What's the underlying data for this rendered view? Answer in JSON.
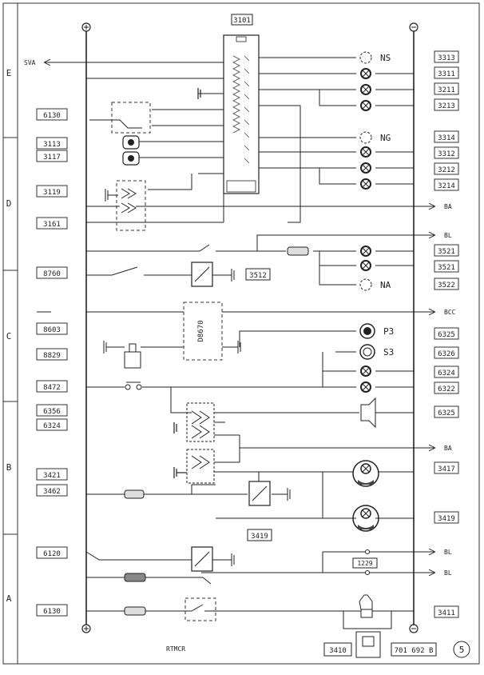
{
  "zones": [
    "E",
    "D",
    "C",
    "B",
    "A"
  ],
  "left_refs": [
    "6130",
    "3113",
    "3117",
    "3119",
    "3161",
    "8760",
    "8603",
    "8829",
    "8472",
    "6356",
    "6324",
    "3421",
    "3462",
    "6120",
    "6130"
  ],
  "right_refs": [
    "3313",
    "3311",
    "3211",
    "3213",
    "3314",
    "3312",
    "3212",
    "3214",
    "3521",
    "3521",
    "3522",
    "6325",
    "6326",
    "6324",
    "6322",
    "6325",
    "3417",
    "3419",
    "3411"
  ],
  "center_refs": {
    "relay_top": "3101",
    "relay_mid": "3512",
    "relay_low": "3419",
    "timer": "D8670",
    "fuse_box": "1229",
    "bottom_box": "3410"
  },
  "lamp_labels": [
    "NS",
    "NG",
    "NA",
    "P3",
    "S3"
  ],
  "arrow_labels": {
    "top_left": "SVA",
    "right_a": "BA",
    "right_b": "BCC",
    "right_c": "BA",
    "right_d": "BL",
    "right_e": "BL",
    "mid_arrow": "BA"
  },
  "footer": {
    "left_caption": "RTMCR",
    "doc_number": "701 692 B",
    "page": "5"
  }
}
